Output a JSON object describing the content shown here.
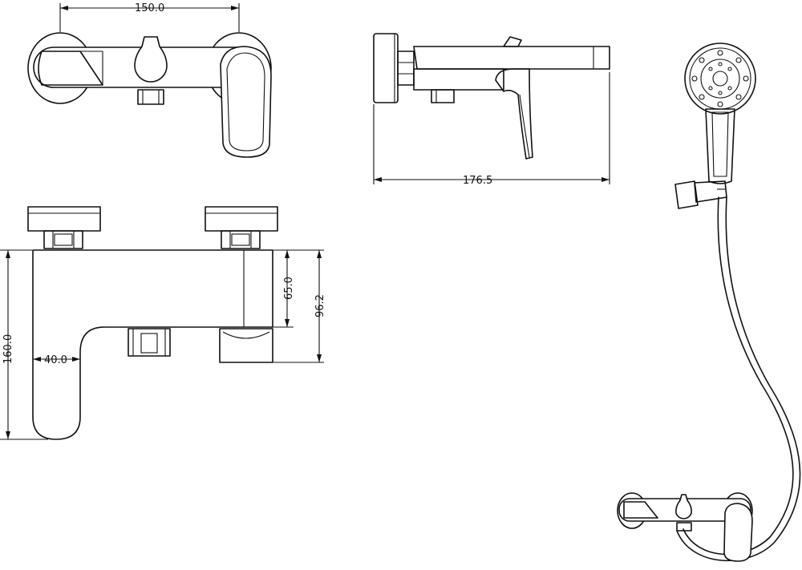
{
  "dimensions": {
    "top_width": "150.0",
    "side_depth": "176.5",
    "front_height": "160.0",
    "front_lever_width": "40.0",
    "front_body_height": "65.0",
    "front_total_height": "96.2"
  },
  "colors": {
    "line": "#111111",
    "background": "#ffffff"
  }
}
